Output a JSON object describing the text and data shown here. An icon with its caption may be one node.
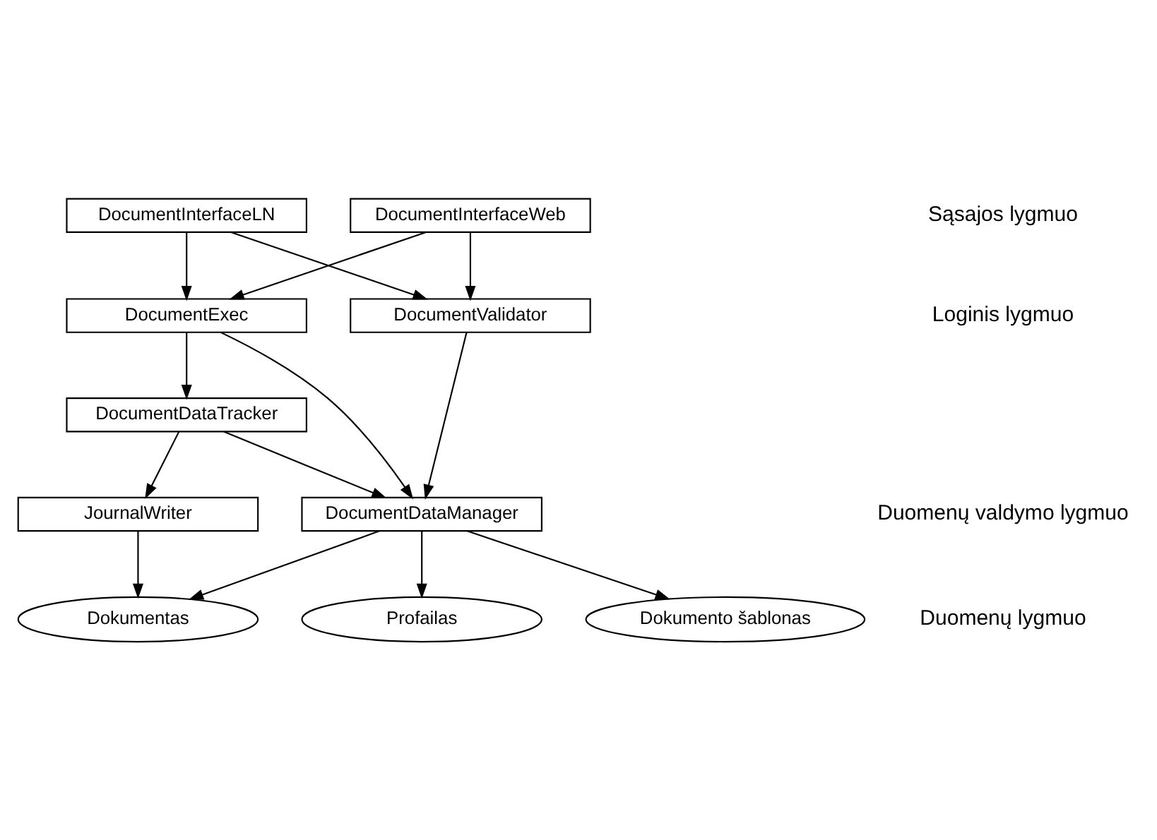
{
  "diagram": {
    "nodes": [
      {
        "text": [
          "DocumentInterfaceLN"
        ]
      },
      {
        "text": [
          "DocumentInterfaceWeb"
        ]
      },
      {
        "text": [
          "DocumentExec"
        ]
      },
      {
        "text": [
          "DocumentValidator"
        ]
      },
      {
        "text": [
          "DocumentDataTracker"
        ]
      },
      {
        "text": [
          "JournalWriter"
        ]
      },
      {
        "text": [
          "DocumentDataManager"
        ]
      },
      {
        "text": [
          "Dokumentas"
        ]
      },
      {
        "text": [
          "Dokumento šablonas"
        ]
      },
      {
        "text": [
          "Profailas"
        ]
      }
    ],
    "edges": [
      {
        "from": 0,
        "to": 2,
        "arrow": "to"
      },
      {
        "from": 0,
        "to": 3,
        "arrow": "to"
      },
      {
        "from": 1,
        "to": 2,
        "arrow": "to"
      },
      {
        "from": 1,
        "to": 3,
        "arrow": "to"
      },
      {
        "from": 2,
        "to": 4,
        "arrow": "to"
      },
      {
        "from": 2,
        "to": 6,
        "arrow": "to"
      },
      {
        "from": 3,
        "to": 6,
        "arrow": "to"
      },
      {
        "from": 4,
        "to": 5,
        "arrow": "to"
      },
      {
        "from": 4,
        "to": 6,
        "arrow": "to"
      },
      {
        "from": 5,
        "to": 7,
        "arrow": "to"
      },
      {
        "from": 6,
        "to": 7,
        "arrow": "to"
      },
      {
        "from": 6,
        "to": 8,
        "arrow": "to"
      },
      {
        "from": 6,
        "to": 9,
        "arrow": "to"
      }
    ],
    "labels": [
      "Sąsajos lygmuo",
      "Loginis lygmuo",
      "Duomenų valdymo lygmuo",
      "Duomenų lygmuo"
    ]
  }
}
